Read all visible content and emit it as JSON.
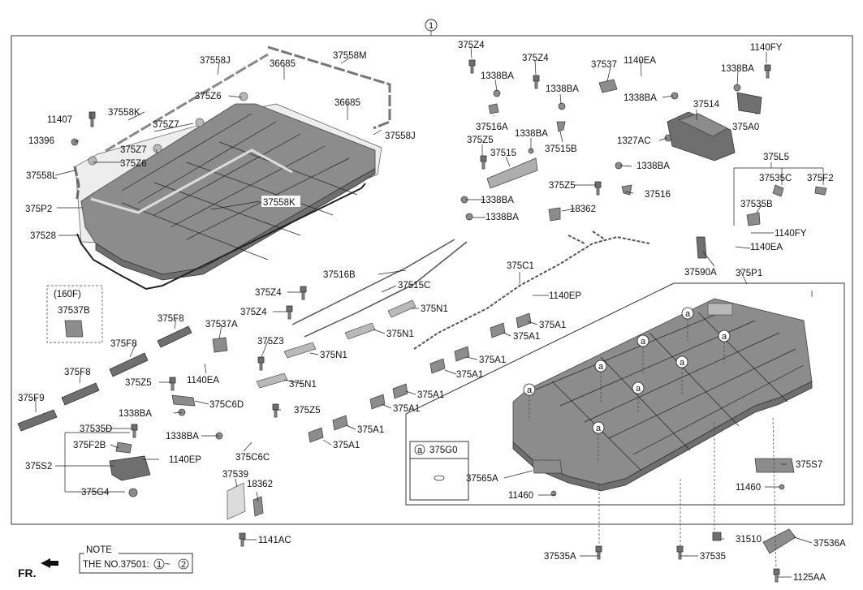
{
  "assembly_ref": "1",
  "labels": {
    "l_37558J_a": "37558J",
    "l_36685_a": "36685",
    "l_37558M": "37558M",
    "l_11407": "11407",
    "l_37558K_a": "37558K",
    "l_375Z6_a": "375Z6",
    "l_36685_b": "36685",
    "l_375Z7_a": "375Z7",
    "l_37558J_b": "37558J",
    "l_13396": "13396",
    "l_375Z7_b": "375Z7",
    "l_375Z6_b": "375Z6",
    "l_37558L": "37558L",
    "l_37558K_b": "37558K",
    "l_375P2": "375P2",
    "l_37528": "37528",
    "l_375Z4_a": "375Z4",
    "l_375Z4_b": "375Z4",
    "l_1338BA_a": "1338BA",
    "l_1338BA_b": "1338BA",
    "l_37537": "37537",
    "l_1140EA_a": "1140EA",
    "l_1140FY_a": "1140FY",
    "l_1338BA_c": "1338BA",
    "l_1338BA_d": "1338BA",
    "l_37514": "37514",
    "l_375A0": "375A0",
    "l_37516A": "37516A",
    "l_375Z5_a": "375Z5",
    "l_1338BA_e": "1338BA",
    "l_37515B": "37515B",
    "l_1327AC": "1327AC",
    "l_37515": "37515",
    "l_375L5": "375L5",
    "l_1338BA_f": "1338BA",
    "l_37535C": "37535C",
    "l_375F2": "375F2",
    "l_375Z5_b": "375Z5",
    "l_37516": "37516",
    "l_1338BA_g": "1338BA",
    "l_37535B": "37535B",
    "l_18362_a": "18362",
    "l_1338BA_h": "1338BA",
    "l_1140FY_b": "1140FY",
    "l_1140EA_b": "1140EA",
    "l_37590A": "37590A",
    "l_37516B": "37516B",
    "l_375C1": "375C1",
    "l_375P1": "375P1",
    "l_37515C": "37515C",
    "l_160F": "(160F)",
    "l_37537B": "37537B",
    "l_375Z4_c": "375Z4",
    "l_1140EP_a": "1140EP",
    "l_375N1_a": "375N1",
    "l_375Z4_d": "375Z4",
    "l_375F8_a": "375F8",
    "l_37537A": "37537A",
    "l_375A1_a": "375A1",
    "l_375N1_b": "375N1",
    "l_375A1_b": "375A1",
    "l_375F8_b": "375F8",
    "l_375Z3": "375Z3",
    "l_375N1_c": "375N1",
    "l_375A1_c": "375A1",
    "l_375F8_c": "375F8",
    "l_1140EA_c": "1140EA",
    "l_375A1_d": "375A1",
    "l_375N1_d": "375N1",
    "l_375Z5_c": "375Z5",
    "l_375A1_e": "375A1",
    "l_375F9": "375F9",
    "l_375C6D": "375C6D",
    "l_375A1_f": "375A1",
    "l_1338BA_i": "1338BA",
    "l_375Z5_d": "375Z5",
    "l_37535D": "37535D",
    "l_375A1_g": "375A1",
    "l_1338BA_j": "1338BA",
    "l_375A1_h": "375A1",
    "l_375F2B": "375F2B",
    "l_375C6C": "375C6C",
    "l_375S2": "375S2",
    "l_1140EP_b": "1140EP",
    "l_375G0": "375G0",
    "l_37565A": "37565A",
    "l_375S7": "375S7",
    "l_375G4": "375G4",
    "l_37539": "37539",
    "l_18362_b": "18362",
    "l_11460_a": "11460",
    "l_11460_b": "11460",
    "l_1141AC": "1141AC",
    "l_31510": "31510",
    "l_37536A": "37536A",
    "l_37535A": "37535A",
    "l_37535": "37535",
    "l_1125AA": "1125AA"
  },
  "callout_letter": "a",
  "note": {
    "title": "NOTE",
    "text_prefix": "THE NO.37501:",
    "ref_start": "1",
    "ref_sep": "~",
    "ref_end": "2"
  },
  "front_indicator": "FR."
}
